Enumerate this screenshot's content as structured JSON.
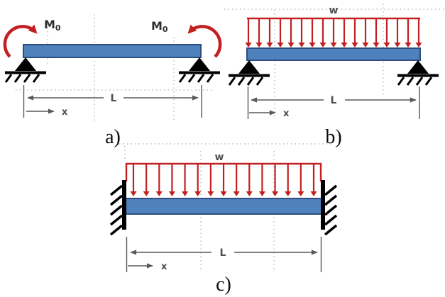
{
  "colors": {
    "beam_fill": "#4f81bd",
    "beam_border": "#2d4e7e",
    "load_red": "#c22020",
    "dim_gray": "#595959"
  },
  "diagrams": [
    {
      "key": "a",
      "caption": "a)",
      "type": "simply-supported-beam-with-end-moments",
      "supports": [
        "pin",
        "pin"
      ],
      "moment_left": {
        "base": "M",
        "sub": "0"
      },
      "moment_right": {
        "base": "M",
        "sub": "0"
      },
      "length_label": "L",
      "x_label": "x"
    },
    {
      "key": "b",
      "caption": "b)",
      "type": "simply-supported-beam-with-uniform-load",
      "supports": [
        "pin",
        "pin"
      ],
      "load_label": "w",
      "load_arrow_count": 17,
      "length_label": "L",
      "x_label": "x"
    },
    {
      "key": "c",
      "caption": "c)",
      "type": "fixed-fixed-beam-with-uniform-load",
      "supports": [
        "fixed",
        "fixed"
      ],
      "load_label": "w",
      "load_arrow_count": 15,
      "length_label": "L",
      "x_label": "x"
    }
  ]
}
